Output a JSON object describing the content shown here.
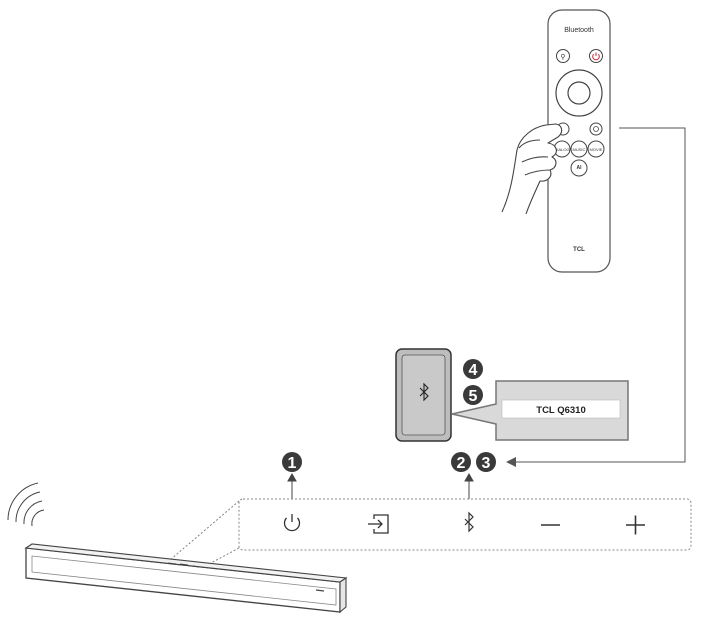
{
  "remote": {
    "header_label": "Bluetooth",
    "brand": "TCL",
    "buttons": {
      "mode_1": "DIALOG",
      "mode_2": "MUSIC",
      "mode_3": "MOVIE",
      "ai": "AI"
    }
  },
  "phone": {
    "device_name": "TCL Q6310"
  },
  "steps": {
    "step1": "1",
    "step2": "2",
    "step3": "3",
    "step4": "4",
    "step5": "5"
  },
  "soundbar_panel": {
    "buttons": [
      "power-icon",
      "input-icon",
      "bluetooth-icon",
      "minus-icon",
      "plus-icon"
    ]
  },
  "colors": {
    "line": "#4a4a4a",
    "badge": "#3c3c3c",
    "panel_border": "#8a8a8a",
    "popup_fill": "#dcdcdc",
    "phone_fill": "#c8c8c8"
  }
}
